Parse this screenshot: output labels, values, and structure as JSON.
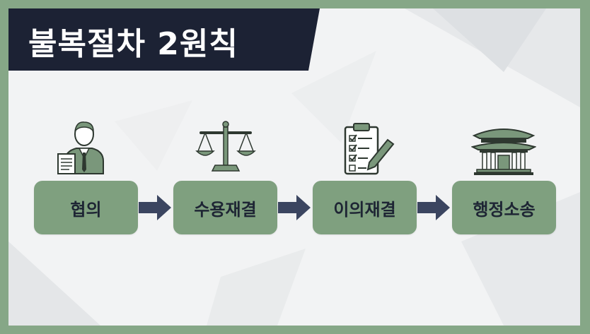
{
  "title": "불복절차 2원칙",
  "steps": [
    {
      "label": "협의",
      "icon": "person-with-document-icon"
    },
    {
      "label": "수용재결",
      "icon": "scales-of-justice-icon"
    },
    {
      "label": "이의재결",
      "icon": "clipboard-checklist-icon"
    },
    {
      "label": "행정소송",
      "icon": "courthouse-icon"
    }
  ],
  "colors": {
    "frame": "#86a787",
    "title_bar": "#1c2234",
    "step_box": "#7fa07f",
    "step_text": "#1e2534",
    "arrow": "#3b4560",
    "icon_fill": "#7a977b",
    "icon_stroke": "#2e3830"
  }
}
